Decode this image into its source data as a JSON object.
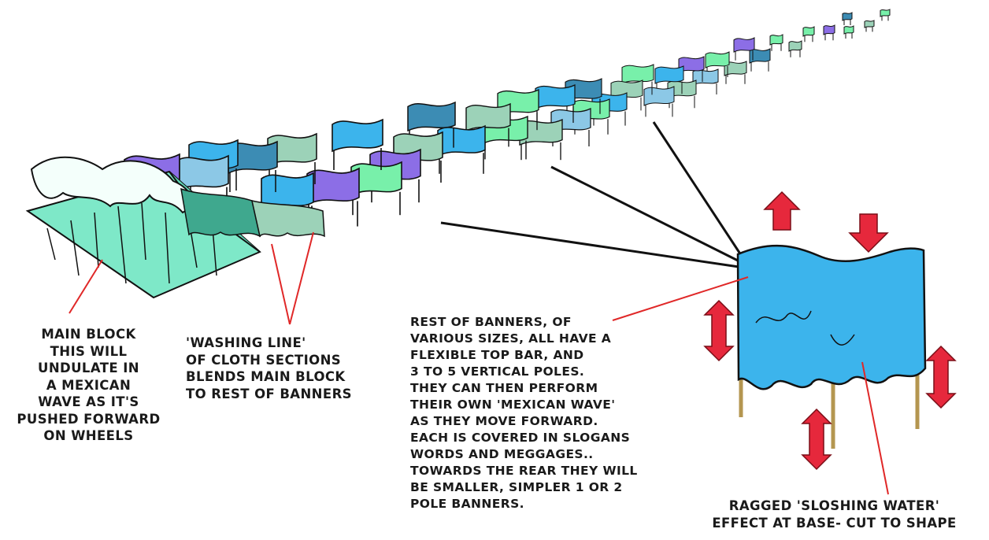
{
  "labels": {
    "main_block": [
      "MAIN BLOCK",
      "THIS WILL",
      "UNDULATE IN",
      "A MEXICAN",
      "WAVE AS IT'S",
      "PUSHED FORWARD",
      "ON WHEELS"
    ],
    "washing_line": [
      "'WASHING LINE'",
      "OF CLOTH SECTIONS",
      "BLENDS MAIN BLOCK",
      "TO REST OF BANNERS"
    ],
    "rest_of_banners": [
      "REST OF BANNERS, OF",
      "VARIOUS SIZES, ALL HAVE A",
      "FLEXIBLE TOP BAR, AND",
      "3 TO 5 VERTICAL POLES.",
      "THEY CAN THEN PERFORM",
      "THEIR OWN 'MEXICAN WAVE'",
      "AS THEY MOVE FORWARD.",
      "EACH IS COVERED IN SLOGANS",
      "WORDS AND MEGGAGES..",
      "TOWARDS THE REAR THEY WILL",
      "BE SMALLER, SIMPLER 1 OR 2",
      "POLE BANNERS."
    ],
    "ragged": [
      "RAGGED 'SLOSHING WATER'",
      "EFFECT AT BASE- CUT TO SHAPE"
    ]
  },
  "colors": {
    "mint": "#7ee8c8",
    "sky_blue": "#3cb4ec",
    "light_blue": "#8cc8e6",
    "purple": "#8c6ee6",
    "sage": "#9cd2b8",
    "teal": "#3c8cb4",
    "green": "#78f0aa",
    "arrow_red": "#e6283c",
    "pointer_red": "#e02828",
    "outline": "#111111",
    "pole": "#b49650"
  }
}
